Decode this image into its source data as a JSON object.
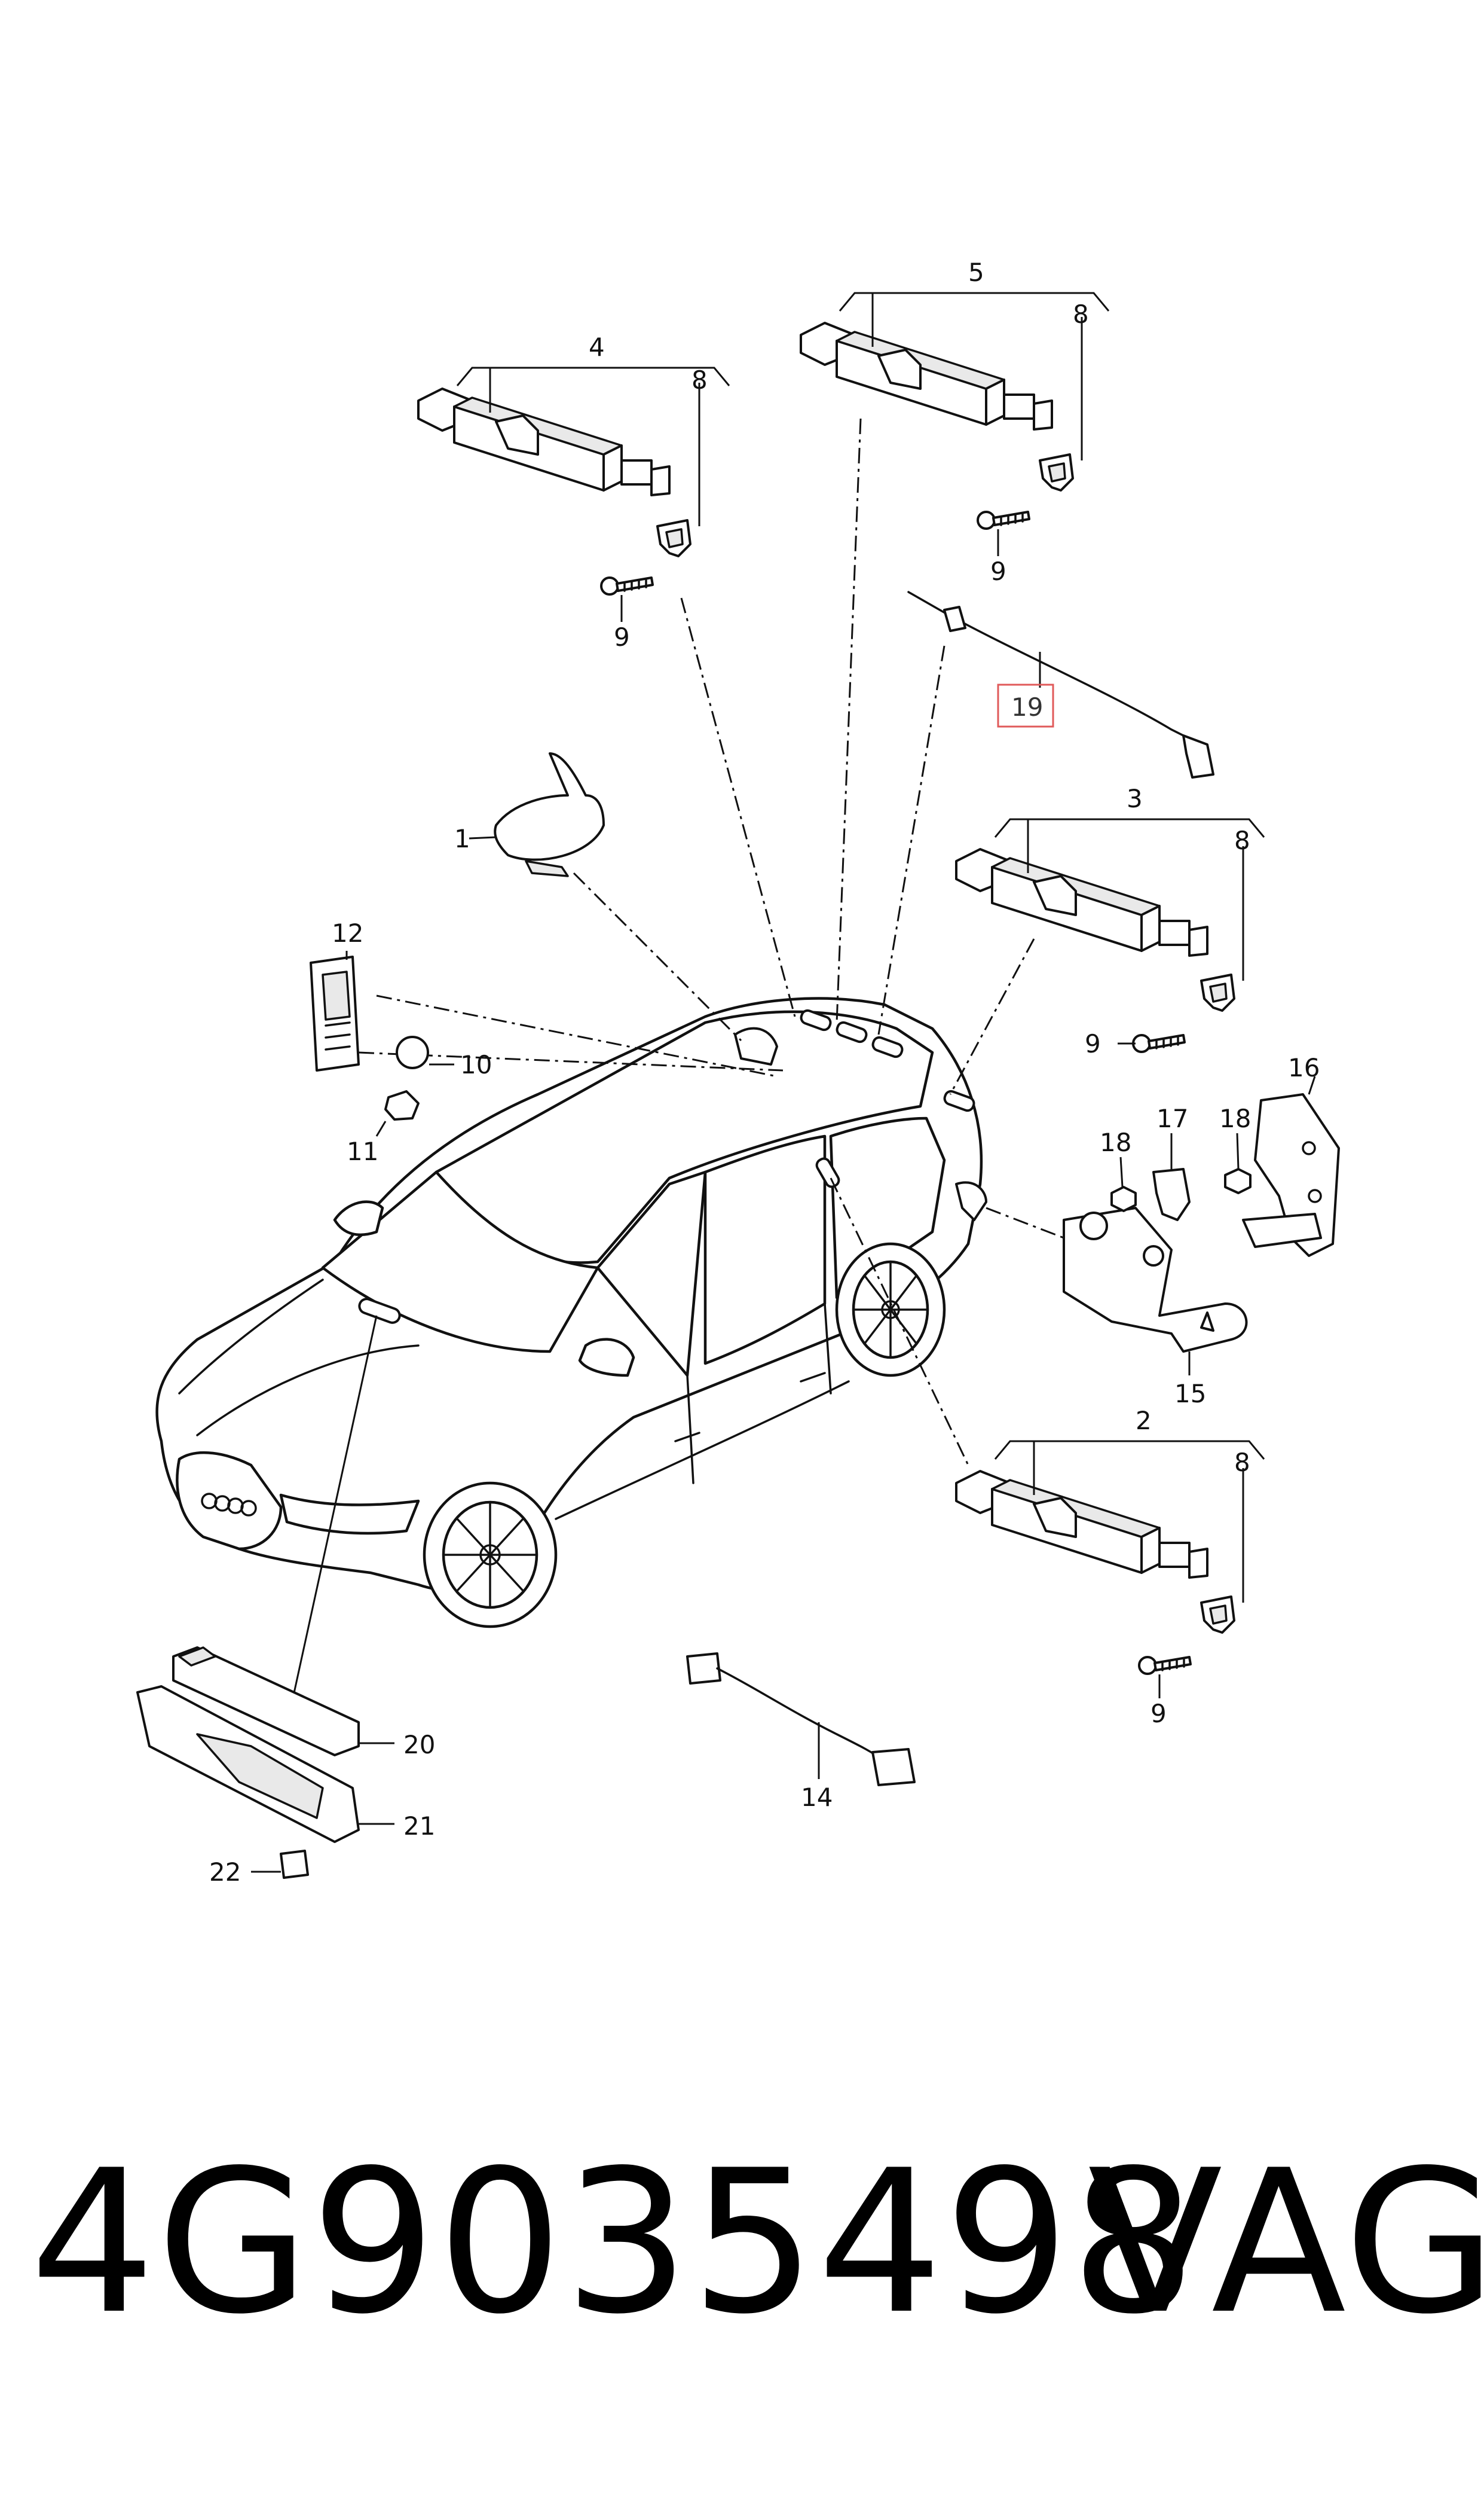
{
  "callouts": {
    "c1": "1",
    "c2": "2",
    "c3": "3",
    "c4": "4",
    "c5": "5",
    "c8a": "8",
    "c8b": "8",
    "c8c": "8",
    "c8d": "8",
    "c9a": "9",
    "c9b": "9",
    "c9c": "9",
    "c9d": "9",
    "c10": "10",
    "c11": "11",
    "c12": "12",
    "c14": "14",
    "c15": "15",
    "c16": "16",
    "c17": "17",
    "c18a": "18",
    "c18b": "18",
    "c19": "19",
    "c20": "20",
    "c21": "21",
    "c22": "22"
  },
  "footer": {
    "part_number": "4G9035498",
    "brand": "VAG"
  },
  "colors": {
    "line": "#111111",
    "highlight_box": "#e05a5a"
  }
}
